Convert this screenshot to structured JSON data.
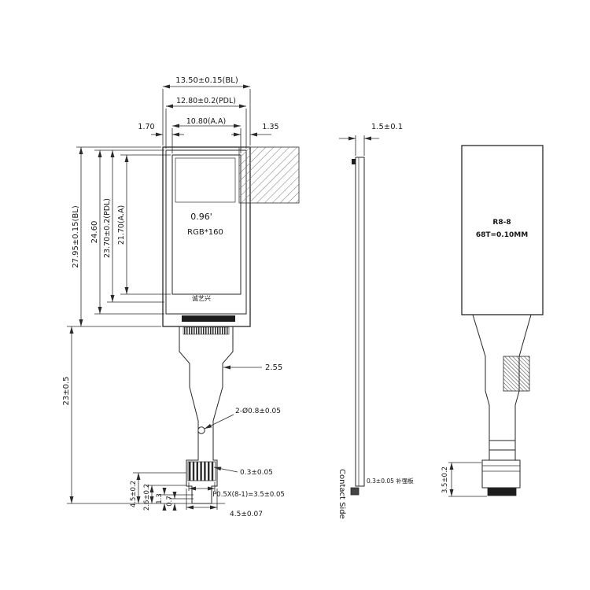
{
  "colors": {
    "background": "#ffffff",
    "line": "#262626",
    "hatch": "#666666",
    "dark_fill": "#1c1c1c"
  },
  "front_view": {
    "dims_top": {
      "bl_width": "13.50±0.15(BL)",
      "pdl_width": "12.80±0.2(PDL)",
      "aa_width": "10.80(A.A)",
      "left_gap": "1.70",
      "right_gap": "1.35"
    },
    "dims_left": {
      "bl_height": "27.95±0.15(BL)",
      "glass_height": "24.60",
      "pdl_height": "23.70±0.2(PDL)",
      "aa_height": "21.70(A.A)",
      "fpc_length": "23±0.5"
    },
    "panel": {
      "size": "0.96'",
      "resolution": "RGB*160",
      "brand": "诚艺兴"
    },
    "dims_fpc": {
      "edge_offset": "2.55",
      "holes": "2-Ø0.8±0.05",
      "pad_width": "0.3±0.05",
      "pitch": "P0.5X(8-1)=3.5±0.05",
      "tail_width": "4.5±0.07",
      "h1": "4.5±0.2",
      "h2": "2.6±0.2",
      "h3": "1.3",
      "h4": "0.7"
    }
  },
  "side_view": {
    "thickness": "1.5±0.1",
    "contact_side": "Contact Side",
    "stiffener_note": "0.3±0.05 补强板",
    "tail_height": "3.5±0.2"
  },
  "detail_view": {
    "line1": "R8-8",
    "line2": "68T=0.10MM"
  }
}
